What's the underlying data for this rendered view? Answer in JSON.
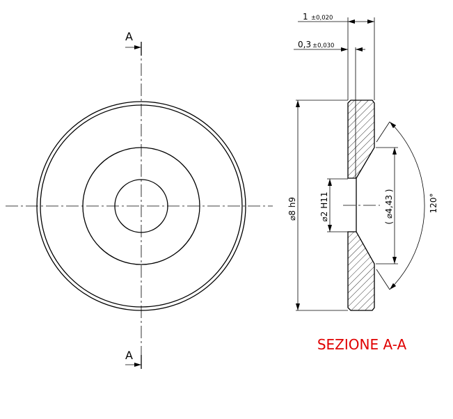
{
  "section_marks": {
    "top": "A",
    "bottom": "A"
  },
  "dimensions": {
    "thickness": "1",
    "thickness_tol": "±0,020",
    "step": "0,3",
    "step_tol": "±0,030",
    "outer_diameter": "⌀8 h9",
    "hole_diameter": "⌀2 H11",
    "countersink_diameter": "( ⌀4,43 )",
    "countersink_angle": "120°"
  },
  "section_title": "SEZIONE A-A",
  "colors": {
    "title": "#e00000"
  }
}
